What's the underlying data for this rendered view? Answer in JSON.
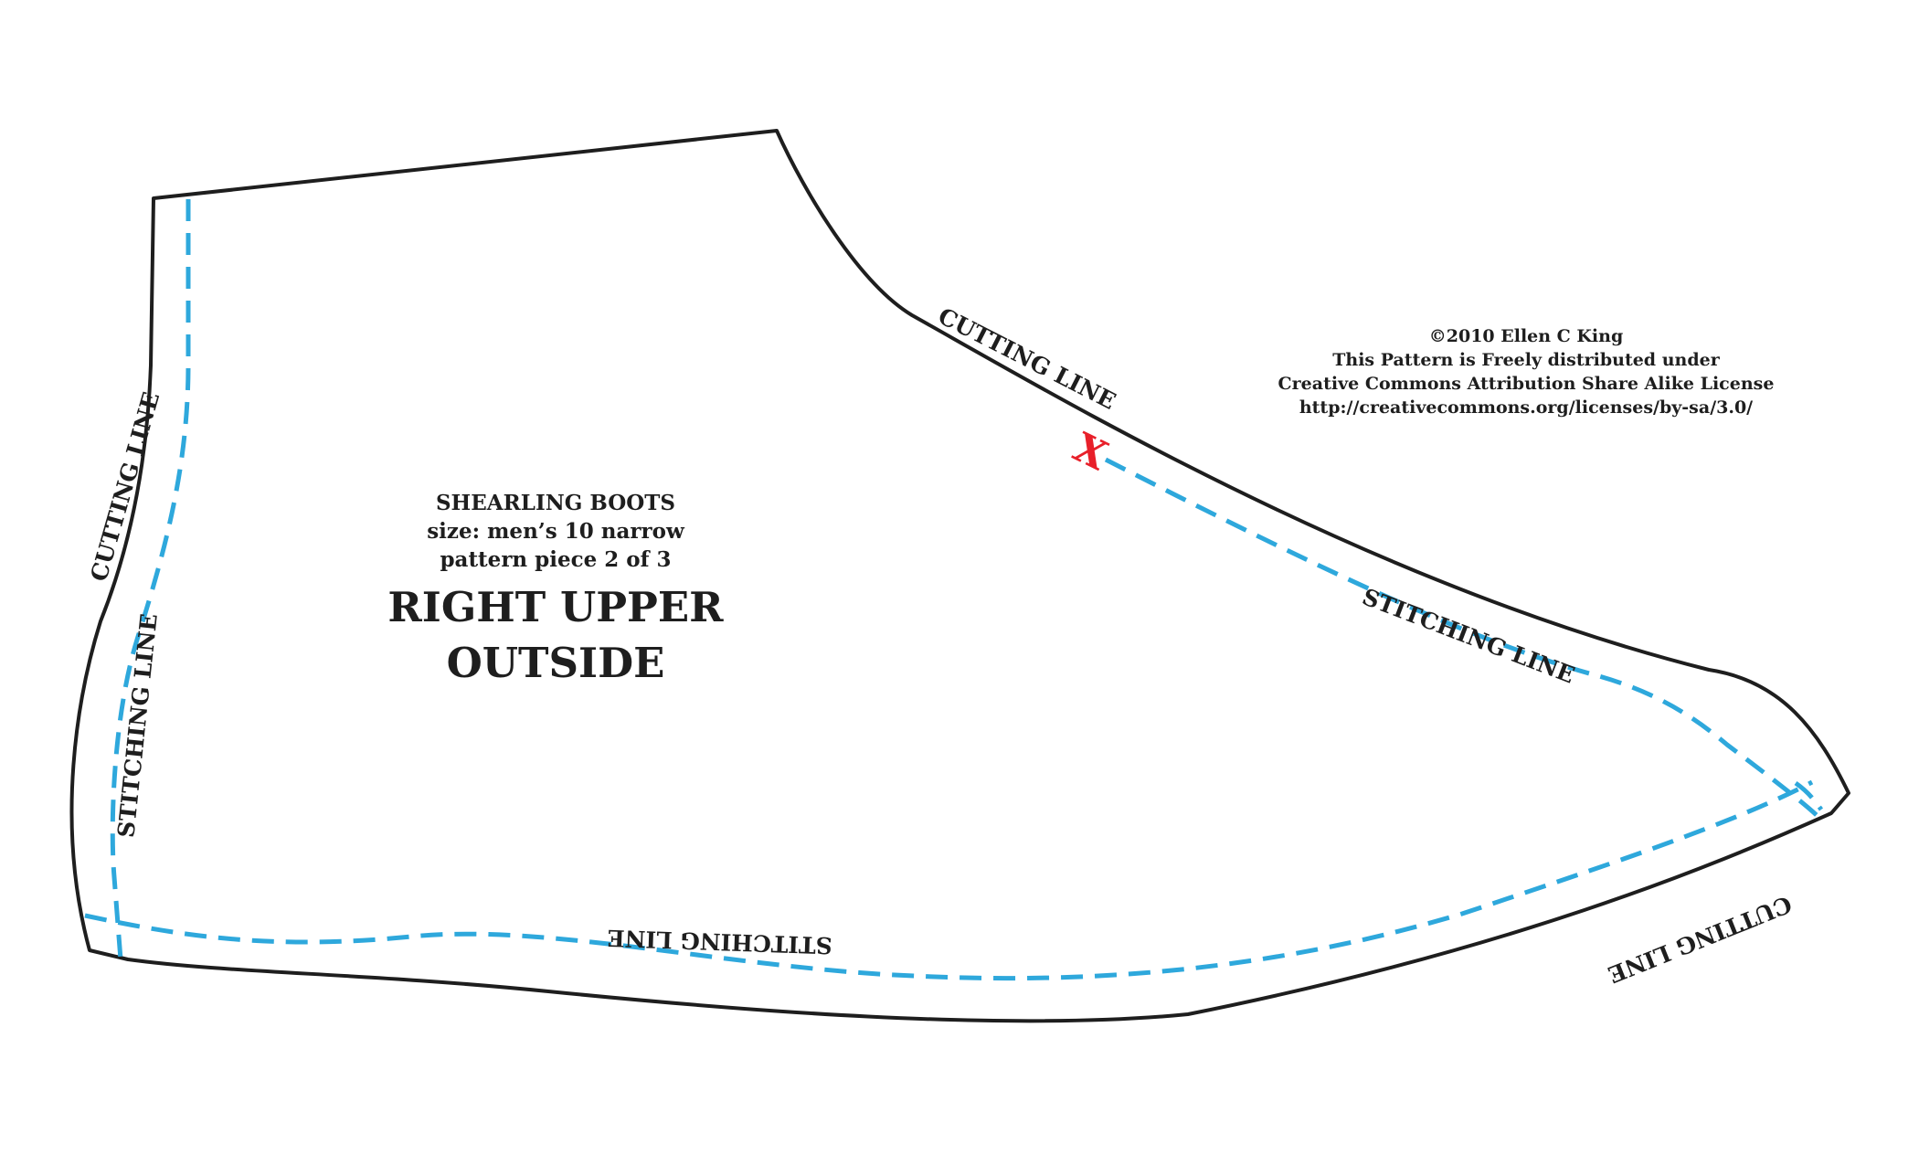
{
  "pattern": {
    "heading": "SHEARLING BOOTS",
    "size": "size: men’s 10 narrow",
    "piece": "pattern piece 2 of 3",
    "title_line1": "RIGHT UPPER",
    "title_line2": "OUTSIDE"
  },
  "license": {
    "line1": "©2010 Ellen C King",
    "line2": "This Pattern is Freely distributed under",
    "line3": "Creative Commons Attribution Share Alike License",
    "line4": "http://creativecommons.org/licenses/by-sa/3.0/"
  },
  "labels": {
    "cutting_line": "CUTTING LINE",
    "stitching_line": "STITCHING LINE"
  },
  "marker": {
    "text": "X"
  },
  "colors": {
    "outline": "#1e1e1e",
    "stitching": "#2ea8dc",
    "marker": "#e8202a"
  }
}
